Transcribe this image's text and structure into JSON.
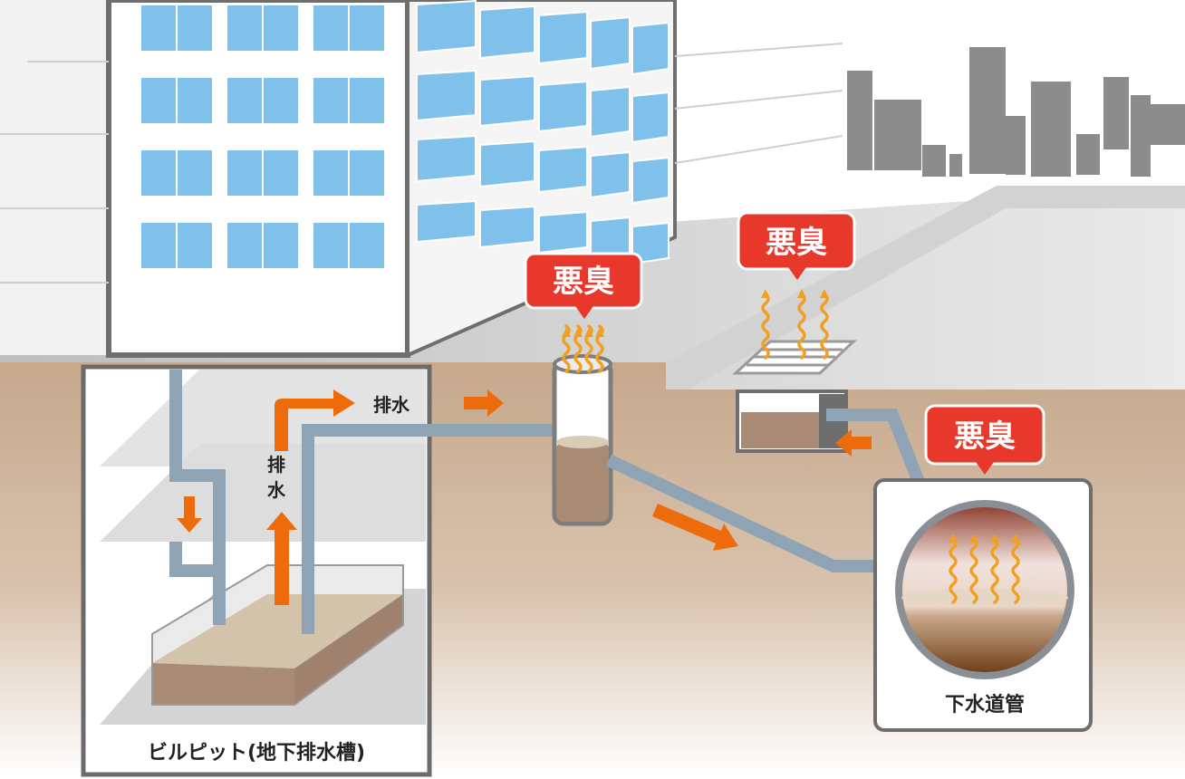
{
  "labels": {
    "odor_pit": "悪臭",
    "odor_grate": "悪臭",
    "odor_sewer": "悪臭",
    "drain_horizontal": "排水",
    "drain_vertical_1": "排",
    "drain_vertical_2": "水",
    "sewer_pipe": "下水道管",
    "building_pit": "ビルピット(地下排水槽)"
  },
  "colors": {
    "odor_badge": "#e8382b",
    "arrow": "#ee6b0c",
    "pipe": "#8ea3b3",
    "soil": "#c9ae93",
    "sludge": "#a98a76",
    "window": "#7fc1ea",
    "odor_wave": "#f0a020"
  }
}
